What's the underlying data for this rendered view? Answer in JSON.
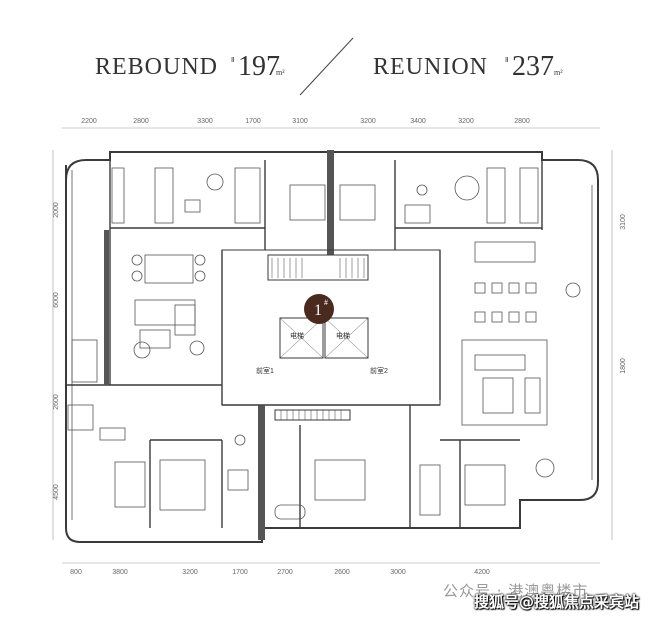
{
  "header": {
    "left_name": "REBOUND",
    "left_unit_prefix": "Ⅱ",
    "left_area": "197",
    "left_unit": "m²",
    "right_name": "REUNION",
    "right_unit_prefix": "Ⅱ",
    "right_area": "237",
    "right_unit": "m²"
  },
  "top_dims": [
    "2200",
    "2800",
    "3300",
    "1700",
    "3100",
    "3200",
    "3400",
    "3200",
    "2800"
  ],
  "bottom_dims": [
    "800",
    "3800",
    "3200",
    "1700",
    "2700",
    "2600",
    "3000",
    "4200"
  ],
  "left_dims": [
    "2000",
    "6000",
    "2600",
    "4500"
  ],
  "right_dims": [
    "3100",
    "1800"
  ],
  "core": {
    "building_no": "1",
    "building_suffix": "#",
    "elevator_a": "电梯",
    "elevator_b": "电梯",
    "lobby_a": "前室1",
    "lobby_b": "前室2"
  },
  "watermark": {
    "line1": "公众号 · 港澳粤楼市",
    "line2": "搜狐号@搜狐焦点采宾站"
  },
  "colors": {
    "wall": "#3a3a3a",
    "dark_wall": "#555555",
    "badge": "#4a2a1e",
    "line": "#9a9a9a"
  }
}
